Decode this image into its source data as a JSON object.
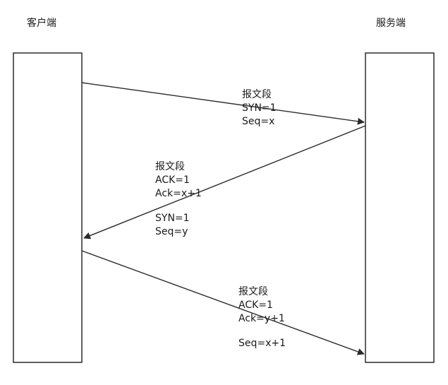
{
  "client": {
    "title": "客户端"
  },
  "server": {
    "title": "服务端"
  },
  "messages": [
    {
      "id": "syn",
      "direction": "client-to-server",
      "heading": "报文段",
      "lines": [
        "SYN=1",
        "Seq=x"
      ]
    },
    {
      "id": "syn-ack",
      "direction": "server-to-client",
      "heading": "报文段",
      "lines": [
        "ACK=1",
        "Ack=x+1"
      ],
      "lines_after_gap": [
        "SYN=1",
        "Seq=y"
      ]
    },
    {
      "id": "ack",
      "direction": "client-to-server",
      "heading": "报文段",
      "lines": [
        "ACK=1",
        "Ack=y+1"
      ],
      "lines_after_gap": [
        "Seq=x+1"
      ]
    }
  ],
  "colors": {
    "stroke": "#2b2b2b",
    "text": "#1a1a1a",
    "background": "#ffffff"
  }
}
